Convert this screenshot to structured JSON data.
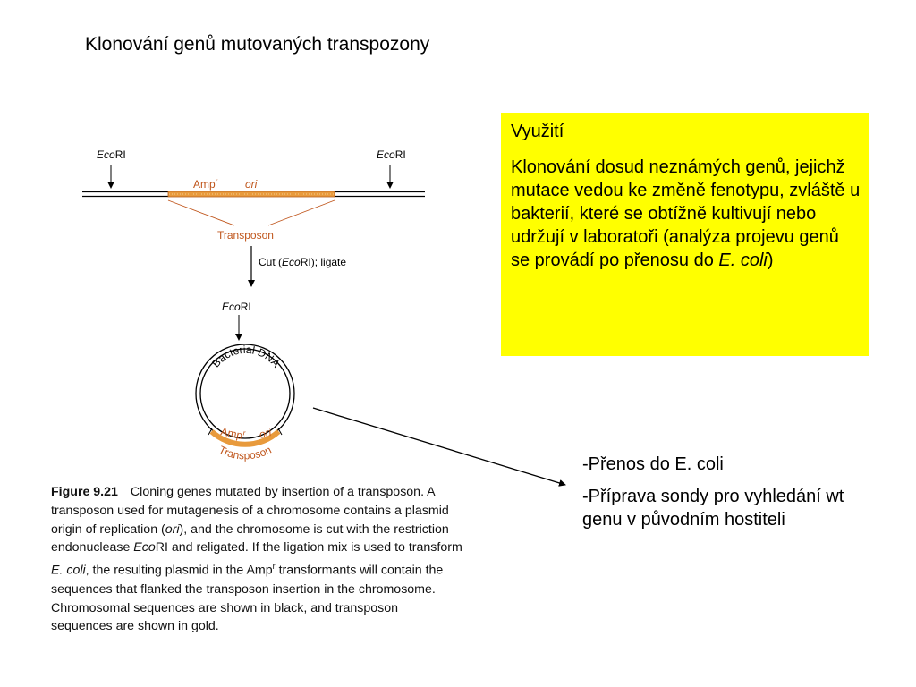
{
  "slide": {
    "title": "Klonování genů mutovaných transpozony"
  },
  "yellow_box": {
    "heading": "Využití",
    "body_main": "Klonování dosud neznámých genů, jejichž mutace vedou ke změně fenotypu, zvláště u bakterií, které se obtížně kultivují nebo udržují v laboratoři (analýza projevu genů se provádí po přenosu do ",
    "body_italic": "E. coli",
    "body_end": ")"
  },
  "bullets": [
    "-Přenos do E. coli",
    "-Příprava sondy pro vyhledání wt genu v původním hostiteli"
  ],
  "diagram": {
    "ecori_left_a": "Eco",
    "ecori_left_b": "RI",
    "ecori_right_a": "Eco",
    "ecori_right_b": "RI",
    "amp_label": "Amp",
    "amp_sup": "r",
    "ori_label": "ori",
    "transposon_label": "Transposon",
    "cut_pre": "Cut (",
    "cut_eco": "Eco",
    "cut_post": "RI); ligate",
    "ecori_bottom_a": "Eco",
    "ecori_bottom_b": "RI",
    "bacterial_dna": "Bacterial DNA",
    "amp_ring": "Amp",
    "amp_ring_sup": "r",
    "ori_ring": "ori",
    "transposon_ring": "Transposon",
    "colors": {
      "gold": "#e89a3c",
      "gold_text": "#c0561c",
      "yellow": "#ffff00"
    }
  },
  "caption": {
    "figure": "Figure 9.21",
    "t1": "Cloning genes mutated by insertion of a transposon. A transposon used for mutagenesis of a chromosome contains a plasmid origin of replication (",
    "t2": "ori",
    "t3": "), and the chromosome is cut with the restriction endonuclease ",
    "t4": "Eco",
    "t5": "RI and religated. If the ligation mix is used to transform ",
    "t6": "E. coli",
    "t7": ", the resulting plasmid in the Amp",
    "t8": "r",
    "t9": " transformants will contain the sequences that flanked the transposon insertion in the chromosome. Chromosomal sequences are shown in black, and transposon sequences are shown in gold."
  }
}
